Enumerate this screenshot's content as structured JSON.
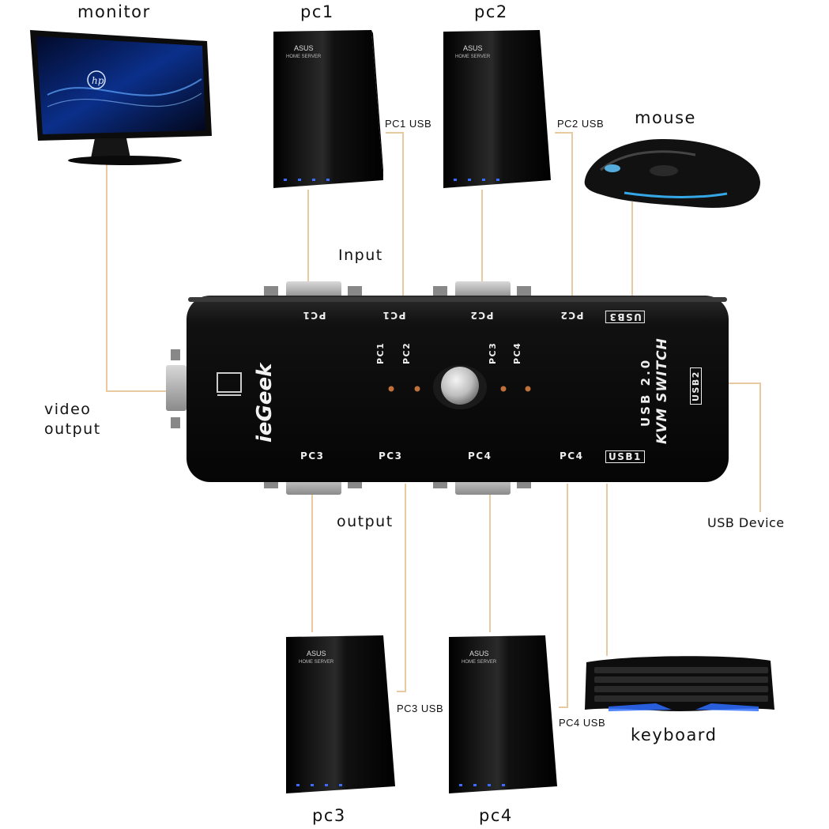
{
  "devices": {
    "monitor": "monitor",
    "pc1": "pc1",
    "pc2": "pc2",
    "pc3": "pc3",
    "pc4": "pc4",
    "mouse": "mouse",
    "keyboard": "keyboard"
  },
  "connection_labels": {
    "pc1_usb": "PC1 USB",
    "pc2_usb": "PC2 USB",
    "pc3_usb": "PC3 USB",
    "pc4_usb": "PC4 USB",
    "input": "Input",
    "output": "output",
    "video_output_line1": "video",
    "video_output_line2": "output",
    "usb_device": "USB Device"
  },
  "switch": {
    "brand": "ieGeek",
    "model_line1": "USB 2.0",
    "model_line2": "KVM SWITCH",
    "top_ports": [
      "PC1",
      "PC1",
      "PC2",
      "PC2"
    ],
    "bottom_ports": [
      "PC3",
      "PC3",
      "PC4",
      "PC4"
    ],
    "usb_port_top": "USB3",
    "usb_port_side": "USB2",
    "usb_port_bottom": "USB1",
    "indicator_labels": [
      "PC1",
      "PC2",
      "PC3",
      "PC4"
    ]
  },
  "tower_brand": "ASUS",
  "tower_model": "HOME SERVER",
  "monitor_logo": "hp",
  "colors": {
    "wire": "#e8c9a0",
    "device": "#0d0d0d",
    "led": "#3a6cff"
  }
}
